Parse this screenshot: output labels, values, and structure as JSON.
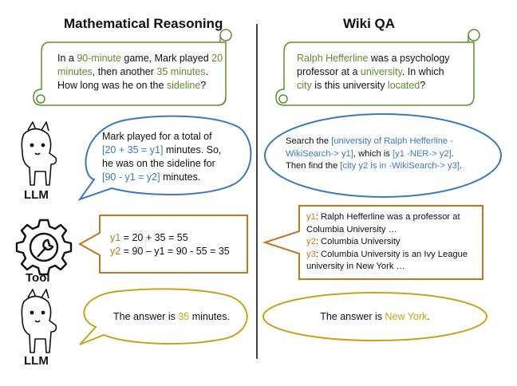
{
  "headers": {
    "left": "Mathematical Reasoning",
    "right": "Wiki QA"
  },
  "labels": {
    "llm_top": "LLM",
    "tool": "Tool",
    "llm_bottom": "LLM"
  },
  "math": {
    "question": {
      "l1a": "In a ",
      "l1b": "90-minute",
      "l1c": " game, Mark played ",
      "l1d": "20",
      "l2a": "minutes",
      "l2b": ", then another ",
      "l2c": "35 minutes",
      "l2d": ".",
      "l3a": "How long was he on the ",
      "l3b": "sideline",
      "l3c": "?"
    },
    "llm": {
      "l1": "Mark played for a total of",
      "l2a": "[20 + 35 = y1]",
      "l2b": " minutes. So,",
      "l3": "he was on the sideline for",
      "l4a": "[90 - y1 = y2]",
      "l4b": " minutes."
    },
    "tool": {
      "l1a": "y1",
      "l1b": " = 20 + 35 = 55",
      "l2a": "y2",
      "l2b": " = 90 – y1 = 90 - 55 = 35"
    },
    "answer": {
      "a": "The answer is ",
      "b": "35",
      "c": " minutes."
    }
  },
  "wiki": {
    "question": {
      "l1a": "Ralph Hefferline",
      "l1b": " was a psychology",
      "l2a": "professor at a ",
      "l2b": "university",
      "l2c": ". In which",
      "l3a": "city",
      "l3b": " is this university ",
      "l3c": "located",
      "l3d": "?"
    },
    "llm": {
      "l1a": "Search the ",
      "l1b": "[university of Ralph Hefferline -",
      "l2a": "WikiSearch-> y1]",
      "l2b": ", which is ",
      "l2c": "[y1 -NER-> y2]",
      "l2d": ".",
      "l3a": "Then find the ",
      "l3b": "[city y2 is in -WikiSearch-> y3]",
      "l3c": "."
    },
    "tool": {
      "l1a": "y1",
      "l1b": ": Ralph Hefferline was a professor at",
      "l2": "Columbia University …",
      "l3a": "y2",
      "l3b": ": Columbia University",
      "l4a": "y3",
      "l4b": ": Columbia University is an Ivy League",
      "l5": "university in New York …"
    },
    "answer": {
      "a": "The answer is ",
      "b": "New York",
      "c": "."
    }
  },
  "colors": {
    "green": "#5e8f2f",
    "blue": "#3a78c0",
    "orange": "#c7751f",
    "gold": "#c9a218"
  },
  "icons": [
    "alpaca-icon",
    "gear-wrench-icon"
  ]
}
